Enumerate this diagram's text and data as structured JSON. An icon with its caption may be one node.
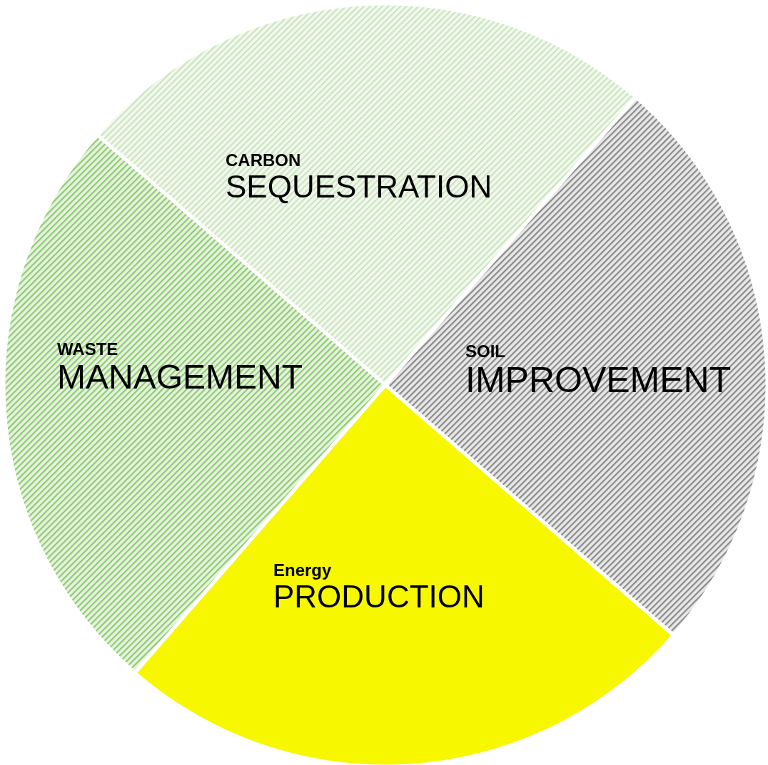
{
  "diagram": {
    "nodes": [
      {
        "text": [
          "CARBON",
          "SEQUESTRATION"
        ]
      },
      {
        "text": [
          "WASTE",
          "MANAGEMENT"
        ]
      },
      {
        "text": [
          "SOIL",
          "IMPROVEMENT"
        ]
      },
      {
        "text": [
          "Energy",
          "PRODUCTION"
        ]
      }
    ]
  }
}
